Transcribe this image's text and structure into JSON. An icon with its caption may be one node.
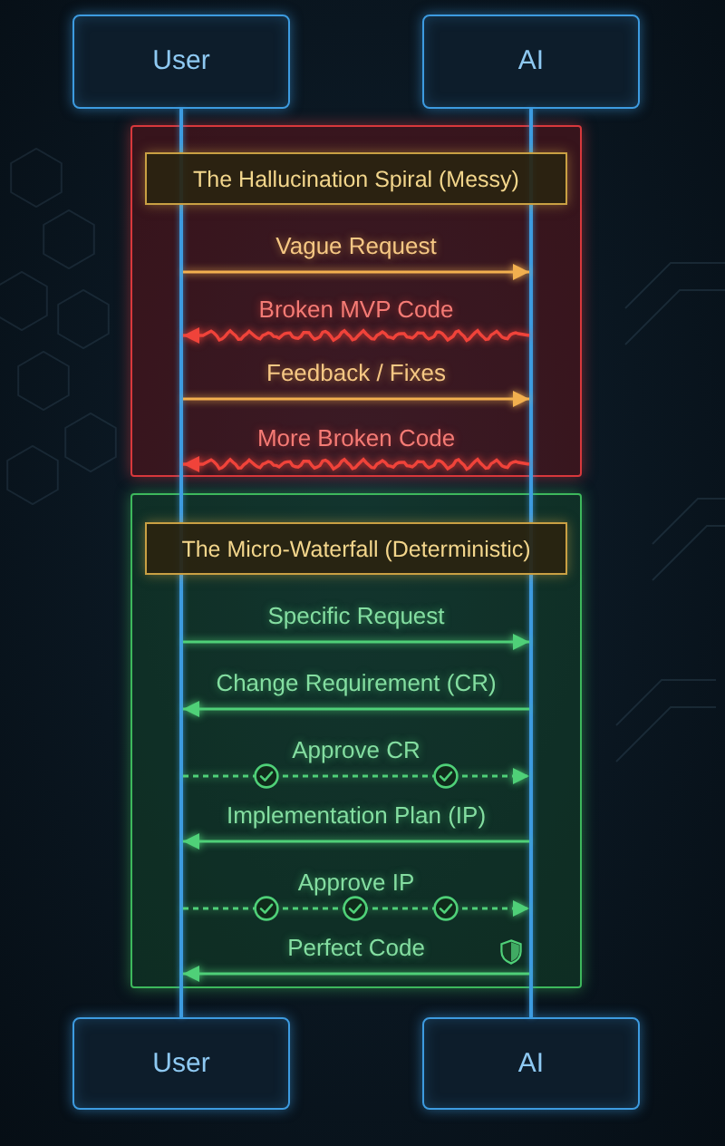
{
  "diagram": {
    "nodes": [
      {
        "text": [
          "User"
        ]
      },
      {
        "text": [
          "AI"
        ]
      },
      {
        "text": [],
        "shape": "line"
      },
      {
        "text": [],
        "shape": "line"
      },
      {
        "text": [
          "The Hallucination Spiral (Messy)"
        ]
      },
      {
        "text": [
          "The Micro-Waterfall (Deterministic)"
        ]
      },
      {
        "text": [
          "User"
        ]
      },
      {
        "text": [
          "AI"
        ]
      }
    ],
    "edges": [
      {
        "from": 2,
        "to": 3,
        "arrow": "to",
        "label": "Vague Request",
        "color": "#f2b04f"
      },
      {
        "from": 3,
        "to": 2,
        "arrow": "to",
        "label": "Broken MVP Code",
        "color": "#f0433a"
      },
      {
        "from": 2,
        "to": 3,
        "arrow": "to",
        "label": "Feedback / Fixes",
        "color": "#f2b04f"
      },
      {
        "from": 3,
        "to": 2,
        "arrow": "to",
        "label": "More Broken Code",
        "color": "#f0433a"
      },
      {
        "from": 2,
        "to": 3,
        "arrow": "to",
        "label": "Specific Request"
      },
      {
        "from": 3,
        "to": 2,
        "arrow": "to",
        "label": "Change Requirement (CR)"
      },
      {
        "from": 2,
        "to": 3,
        "arrow": "to",
        "label": "Approve CR",
        "style": "dashed"
      },
      {
        "from": 3,
        "to": 2,
        "arrow": "to",
        "label": "Implementation Plan (IP)"
      },
      {
        "from": 2,
        "to": 3,
        "arrow": "to",
        "label": "Approve IP",
        "style": "dashed"
      },
      {
        "from": 3,
        "to": 2,
        "arrow": "to",
        "label": "Perfect Code"
      }
    ]
  }
}
